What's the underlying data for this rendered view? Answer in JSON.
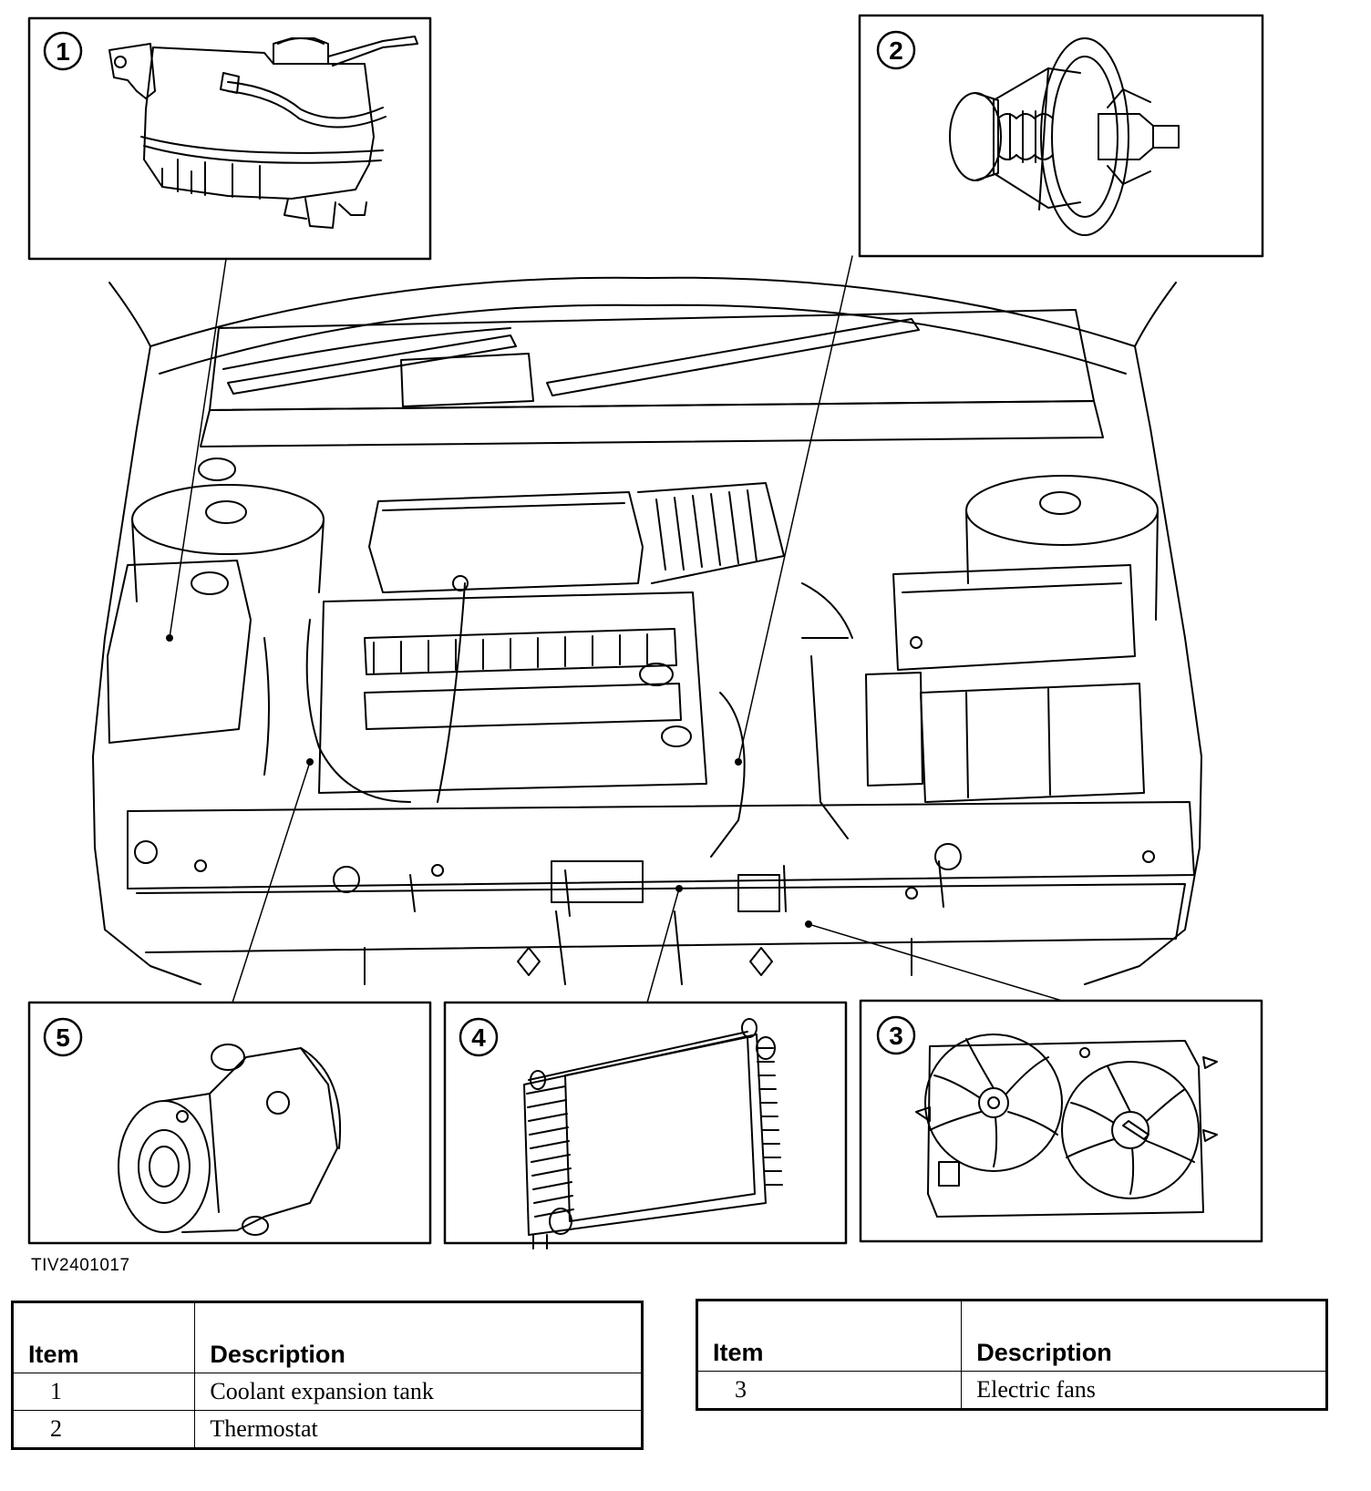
{
  "figure_id": "TIV2401017",
  "callouts": [
    "1",
    "2",
    "3",
    "4",
    "5"
  ],
  "legend_tables": [
    {
      "headers": {
        "item": "Item",
        "description": "Description"
      },
      "rows": [
        {
          "item": "1",
          "description": "Coolant expansion tank"
        },
        {
          "item": "2",
          "description": "Thermostat"
        }
      ]
    },
    {
      "headers": {
        "item": "Item",
        "description": "Description"
      },
      "rows": [
        {
          "item": "3",
          "description": "Electric fans"
        }
      ]
    }
  ]
}
